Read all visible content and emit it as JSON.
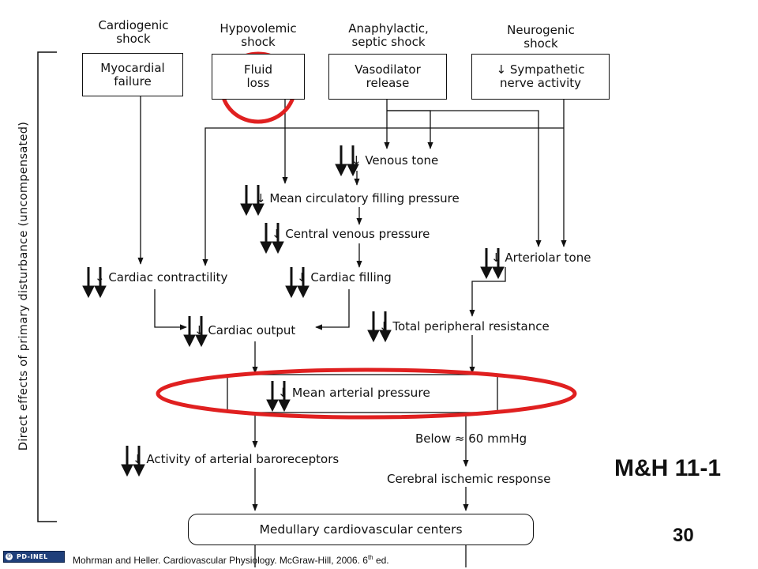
{
  "headers": {
    "cardiogenic": [
      "Cardiogenic",
      "shock"
    ],
    "hypovolemic": [
      "Hypovolemic",
      "shock"
    ],
    "anaphylactic": [
      "Anaphylactic,",
      "septic shock"
    ],
    "neurogenic": [
      "Neurogenic",
      "shock"
    ]
  },
  "boxes": {
    "myocardial": [
      "Myocardial",
      "failure"
    ],
    "fluid": [
      "Fluid",
      "loss"
    ],
    "vasodilator": [
      "Vasodilator",
      "release"
    ],
    "sympathetic": [
      "↓ Sympathetic",
      "nerve activity"
    ],
    "map": "↓ Mean arterial pressure",
    "medullary": "Medullary cardiovascular centers"
  },
  "nodes": {
    "venous_tone": "↓ Venous tone",
    "mcfp": "↓ Mean circulatory filling pressure",
    "cvp": "↓ Central venous pressure",
    "arteriolar_tone": "↓ Arteriolar tone",
    "contractility": "↓ Cardiac contractility",
    "filling": "↓ Cardiac filling",
    "output": "↓ Cardiac output",
    "tpr": "↓ Total peripheral resistance",
    "below_60": "Below ≈ 60 mmHg",
    "baroreceptors": "↓ Activity of arterial baroreceptors",
    "cerebral": "Cerebral ischemic response"
  },
  "side_label": "Direct effects of primary disturbance (uncompensated)",
  "figure_label": "M&H 11-1",
  "page_number": "30",
  "license_badge": "PD-INEL",
  "citation": {
    "text": "Mohrman and Heller. Cardiovascular Physiology. McGraw-Hill, 2006. 6",
    "superscript": "th",
    "suffix": " ed."
  },
  "colors": {
    "ink": "#111111",
    "highlight": "#e02020",
    "badge": "#1f3f7a"
  }
}
